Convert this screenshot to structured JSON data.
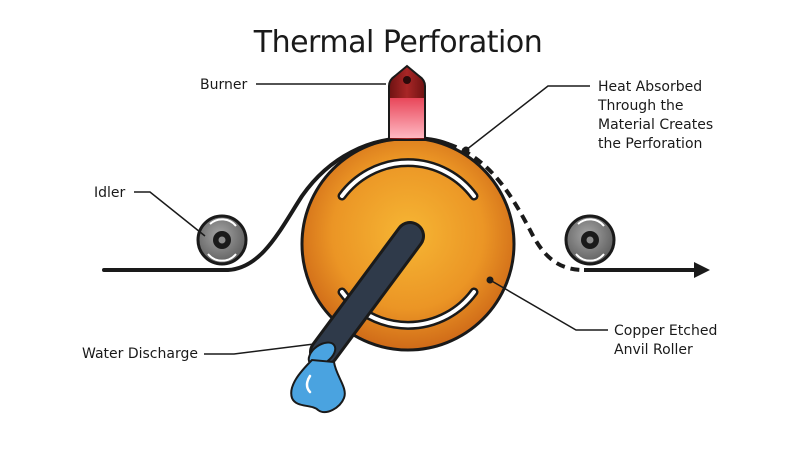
{
  "title": "Thermal Perforation",
  "labels": {
    "burner": "Burner",
    "heat": [
      "Heat Absorbed",
      "Through the",
      "Material Creates",
      "the Perforation"
    ],
    "idler": "Idler",
    "water": "Water Discharge",
    "anvil": [
      "Copper Etched",
      "Anvil Roller"
    ]
  },
  "colors": {
    "roller_outer": "#d9761c",
    "roller_inner": "#f2a22a",
    "burner_body": "#8b1c1c",
    "flame": "#ff7a8a",
    "water": "#4aa3e0",
    "idler": "#8c8c8c",
    "ink": "#1a1a1a"
  }
}
